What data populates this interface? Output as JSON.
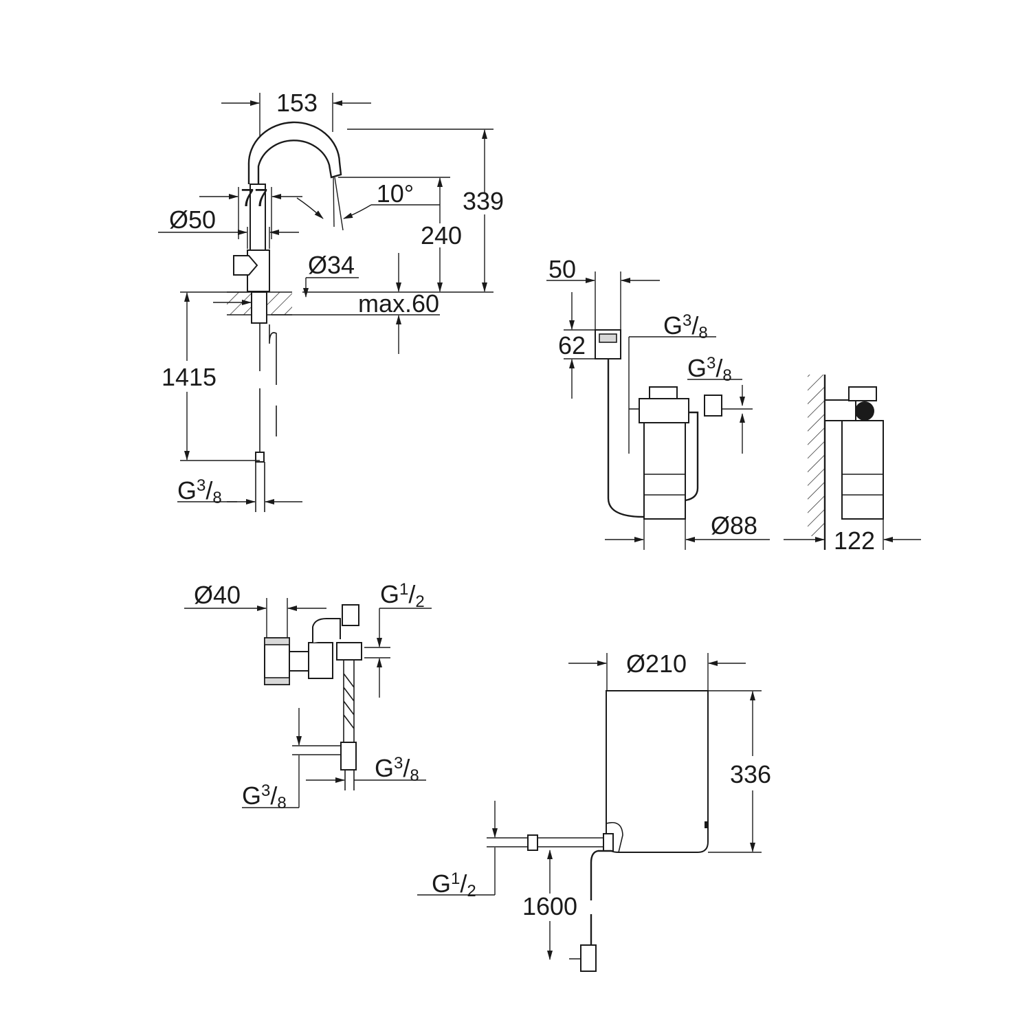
{
  "title": "Faucet, filter, valve and boiler dimension drawing",
  "faucet": {
    "width_153": "153",
    "height_339": "339",
    "spout_77": "77",
    "angle": "10°",
    "dia_50": "Ø50",
    "spout_240": "240",
    "dia_34": "Ø34",
    "max_60": "max.60",
    "hose_1415": "1415",
    "connection": {
      "base": "G",
      "num": "3",
      "den": "8"
    }
  },
  "filter": {
    "width_50": "50",
    "height_62": "62",
    "connection_in": {
      "base": "G",
      "num": "3",
      "den": "8"
    },
    "connection_out": {
      "base": "G",
      "num": "3",
      "den": "8"
    },
    "dia_88": "Ø88",
    "depth_122": "122"
  },
  "valve": {
    "dia_40": "Ø40",
    "connection_top": {
      "base": "G",
      "num": "1",
      "den": "2"
    },
    "connection_right": {
      "base": "G",
      "num": "3",
      "den": "8"
    },
    "connection_left": {
      "base": "G",
      "num": "3",
      "den": "8"
    }
  },
  "boiler": {
    "dia_210": "Ø210",
    "height_336": "336",
    "connection": {
      "base": "G",
      "num": "1",
      "den": "2"
    },
    "cable_1600": "1600"
  }
}
